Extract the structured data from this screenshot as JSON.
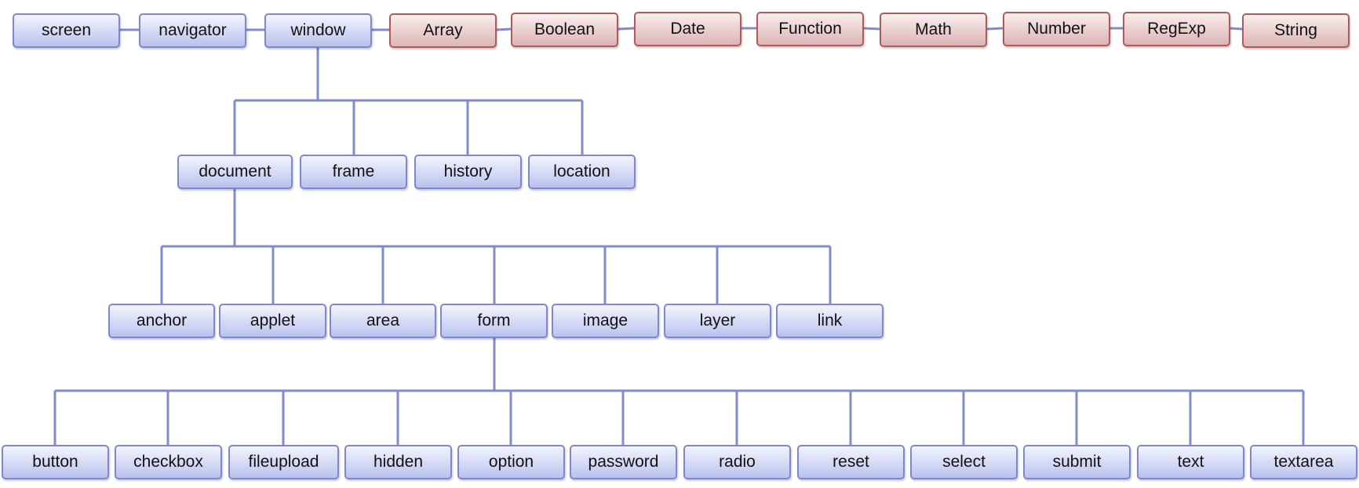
{
  "colors": {
    "browser_object_fill": "#c9d0f2",
    "browser_object_border": "#7d89cc",
    "builtin_object_fill": "#e8c6c6",
    "builtin_object_border": "#b05a5a",
    "connector": "#7f8bcb"
  },
  "top_row": {
    "screen": "screen",
    "navigator": "navigator",
    "window": "window",
    "array": "Array",
    "boolean": "Boolean",
    "date": "Date",
    "function": "Function",
    "math": "Math",
    "number": "Number",
    "regexp": "RegExp",
    "string": "String"
  },
  "window_children": {
    "document": "document",
    "frame": "frame",
    "history": "history",
    "location": "location"
  },
  "document_children": {
    "anchor": "anchor",
    "applet": "applet",
    "area": "area",
    "form": "form",
    "image": "image",
    "layer": "layer",
    "link": "link"
  },
  "form_children": {
    "button": "button",
    "checkbox": "checkbox",
    "fileupload": "fileupload",
    "hidden": "hidden",
    "option": "option",
    "password": "password",
    "radio": "radio",
    "reset": "reset",
    "select": "select",
    "submit": "submit",
    "text": "text",
    "textarea": "textarea"
  }
}
